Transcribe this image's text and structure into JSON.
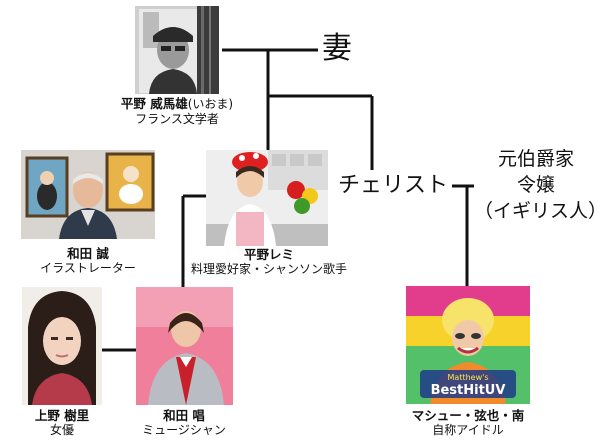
{
  "people": {
    "iwama": {
      "name": "平野 威馬雄",
      "reading": "(いおま)",
      "role": "フランス文学者"
    },
    "makoto": {
      "name": "和田 誠",
      "role": "イラストレーター"
    },
    "remi": {
      "name": "平野レミ",
      "role": "料理愛好家・シャンソン歌手"
    },
    "juri": {
      "name": "上野 樹里",
      "role": "女優"
    },
    "sho": {
      "name": "和田 唱",
      "role": "ミュージシャン"
    },
    "mashu": {
      "name": "マシュー・弦也・南",
      "role": "自称アイドル"
    }
  },
  "nodes": {
    "wife": "妻",
    "cellist": "チェリスト",
    "noble_line1": "元伯爵家",
    "noble_line2": "令嬢",
    "noble_line3": "（イギリス人）"
  },
  "photo_text": {
    "show_title_1": "Matthew's",
    "show_title_2": "BestHitUV"
  },
  "colors": {
    "line": "#111111"
  }
}
